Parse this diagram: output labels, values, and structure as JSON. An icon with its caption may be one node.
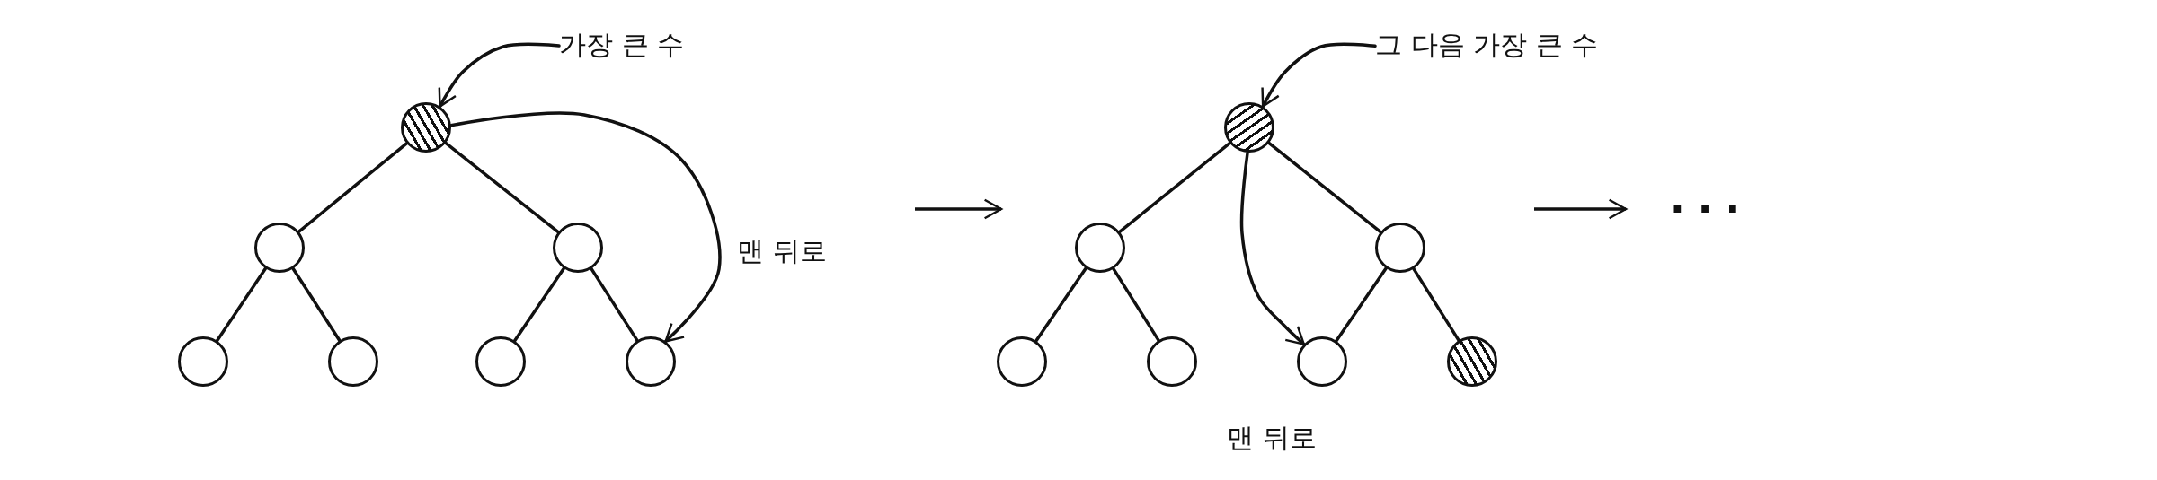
{
  "diagram": {
    "nodes": [
      {
        "text": [
          "가장 큰 수"
        ]
      },
      {
        "text": [],
        "shape": "circle"
      },
      {
        "text": [],
        "shape": "circle"
      },
      {
        "text": [],
        "shape": "circle"
      },
      {
        "text": [],
        "shape": "circle"
      },
      {
        "text": [],
        "shape": "circle"
      },
      {
        "text": [],
        "shape": "circle"
      },
      {
        "text": [],
        "shape": "circle"
      },
      {
        "text": [
          "그 다음 가장 큰 수"
        ]
      },
      {
        "text": [],
        "shape": "circle"
      },
      {
        "text": [],
        "shape": "circle"
      },
      {
        "text": [],
        "shape": "circle"
      },
      {
        "text": [],
        "shape": "circle"
      },
      {
        "text": [],
        "shape": "circle"
      },
      {
        "text": [],
        "shape": "circle"
      },
      {
        "text": [],
        "shape": "circle"
      }
    ],
    "edges": [
      {
        "from": 0,
        "to": 1,
        "arrow": "to"
      },
      {
        "from": 1,
        "to": 2,
        "arrow": "none"
      },
      {
        "from": 1,
        "to": 3,
        "arrow": "none"
      },
      {
        "from": 2,
        "to": 4,
        "arrow": "none"
      },
      {
        "from": 2,
        "to": 5,
        "arrow": "none"
      },
      {
        "from": 3,
        "to": 6,
        "arrow": "none"
      },
      {
        "from": 3,
        "to": 7,
        "arrow": "none"
      },
      {
        "from": 1,
        "to": 7,
        "arrow": "to",
        "label": "맨 뒤로"
      },
      {
        "from": 8,
        "to": 9,
        "arrow": "to"
      },
      {
        "from": 9,
        "to": 10,
        "arrow": "none"
      },
      {
        "from": 9,
        "to": 11,
        "arrow": "none"
      },
      {
        "from": 10,
        "to": 12,
        "arrow": "none"
      },
      {
        "from": 10,
        "to": 13,
        "arrow": "none"
      },
      {
        "from": 11,
        "to": 14,
        "arrow": "none"
      },
      {
        "from": 11,
        "to": 15,
        "arrow": "none"
      },
      {
        "from": 9,
        "to": 14,
        "arrow": "to",
        "label": "맨 뒤로"
      }
    ],
    "labels": [
      "..."
    ]
  }
}
